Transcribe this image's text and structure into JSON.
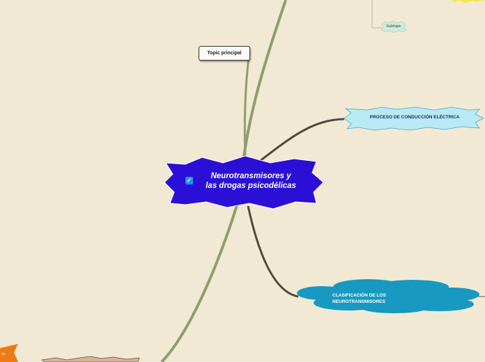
{
  "central_topic": {
    "line1": "Neurotransmisores y",
    "line2": "las drogas psicodélicas",
    "checkbox": "✓",
    "fill_color": "#2b0fd6"
  },
  "topics": {
    "topic_principal": "Topic principal",
    "proceso": "PROCESO DE CONDUCCIÓN ELÉCTRICA",
    "clasificacion_line1": "CLASIFICACIÓN DE LOS",
    "clasificacion_line2": "NEUROTRANSMISORES",
    "subtopic": "Subtopic",
    "orange_fragment": "de"
  },
  "colors": {
    "background": "#f1e9d3",
    "branch_green": "#8e9e6a",
    "branch_dark": "#4d4a3e",
    "proceso_fill": "#b7eaf5",
    "clasificacion_fill": "#1799c2",
    "subtopic_fill": "#cfe9da",
    "orange": "#ee7a12",
    "yellow": "#f5e84a",
    "tan": "#d9b597"
  }
}
